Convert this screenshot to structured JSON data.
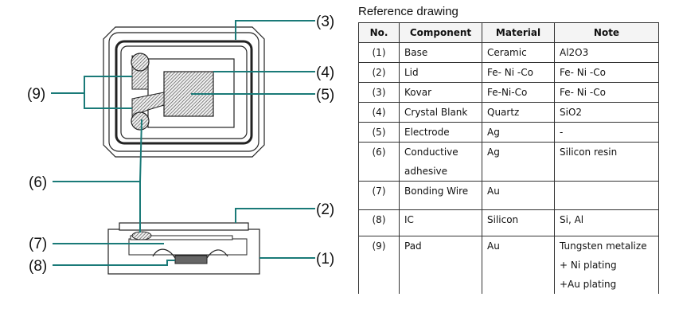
{
  "diagram": {
    "callouts": [
      "(1)",
      "(2)",
      "(3)",
      "(4)",
      "(5)",
      "(6)",
      "(7)",
      "(8)",
      "(9)"
    ]
  },
  "reference": {
    "title": "Reference drawing",
    "headers": [
      "No.",
      "Component",
      "Material",
      "Note"
    ],
    "rows": [
      {
        "no": "(1)",
        "component": [
          "Base"
        ],
        "material": "Ceramic",
        "note": [
          "Al2O3"
        ]
      },
      {
        "no": "(2)",
        "component": [
          "Lid"
        ],
        "material": "Fe- Ni -Co",
        "note": [
          "Fe- Ni -Co"
        ]
      },
      {
        "no": "(3)",
        "component": [
          "Kovar"
        ],
        "material": "Fe-Ni-Co",
        "note": [
          "Fe- Ni -Co"
        ]
      },
      {
        "no": "(4)",
        "component": [
          "Crystal Blank"
        ],
        "material": "Quartz",
        "note": [
          "SiO2"
        ]
      },
      {
        "no": "(5)",
        "component": [
          "Electrode"
        ],
        "material": "Ag",
        "note": [
          "-"
        ]
      },
      {
        "no": "(6)",
        "component": [
          "Conductive",
          "adhesive"
        ],
        "material": "Ag",
        "note": [
          "Silicon resin"
        ]
      },
      {
        "no": "(7)",
        "component": [
          "Bonding Wire"
        ],
        "material": "Au",
        "note": [
          ""
        ]
      },
      {
        "no": "(8)",
        "component": [
          "IC"
        ],
        "material": "Silicon",
        "note": [
          "Si, Al"
        ]
      },
      {
        "no": "(9)",
        "component": [
          "Pad"
        ],
        "material": "Au",
        "note": [
          "Tungsten metalize",
          "+ Ni plating",
          "+Au plating"
        ]
      }
    ]
  },
  "colors": {
    "leader": "#1a7a78",
    "outline": "#222222",
    "hatch": "#555555",
    "ic": "#666666"
  }
}
